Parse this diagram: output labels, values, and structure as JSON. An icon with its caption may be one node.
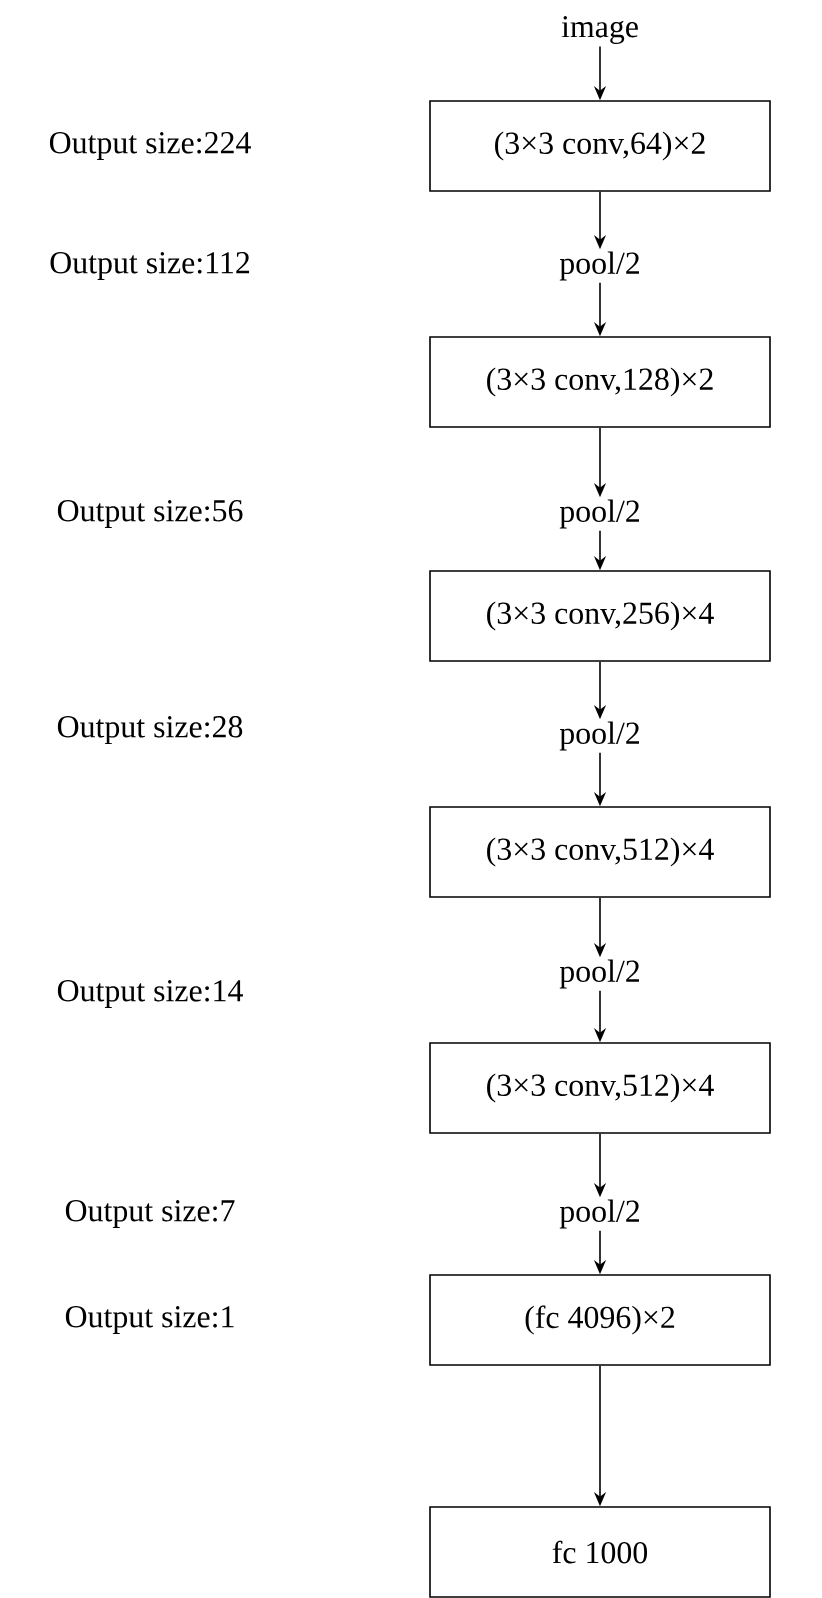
{
  "diagram": {
    "nodes": [
      {
        "text": [
          "image"
        ]
      },
      {
        "text": [
          "(3×3 conv,64)×2"
        ]
      },
      {
        "text": [
          "pool/2"
        ]
      },
      {
        "text": [
          "(3×3 conv,128)×2"
        ]
      },
      {
        "text": [
          "pool/2"
        ]
      },
      {
        "text": [
          "(3×3 conv,256)×4"
        ]
      },
      {
        "text": [
          "pool/2"
        ]
      },
      {
        "text": [
          "(3×3 conv,512)×4"
        ]
      },
      {
        "text": [
          "pool/2"
        ]
      },
      {
        "text": [
          "(3×3 conv,512)×4"
        ]
      },
      {
        "text": [
          "pool/2"
        ]
      },
      {
        "text": [
          "(fc 4096)×2"
        ]
      },
      {
        "text": [
          "fc 1000"
        ]
      }
    ],
    "edges": [
      {
        "from": 0,
        "to": 1,
        "arrow": "to"
      },
      {
        "from": 1,
        "to": 2,
        "arrow": "to"
      },
      {
        "from": 2,
        "to": 3,
        "arrow": "to"
      },
      {
        "from": 3,
        "to": 4,
        "arrow": "to"
      },
      {
        "from": 4,
        "to": 5,
        "arrow": "to"
      },
      {
        "from": 5,
        "to": 6,
        "arrow": "to"
      },
      {
        "from": 6,
        "to": 7,
        "arrow": "to"
      },
      {
        "from": 7,
        "to": 8,
        "arrow": "to"
      },
      {
        "from": 8,
        "to": 9,
        "arrow": "to"
      },
      {
        "from": 9,
        "to": 10,
        "arrow": "to"
      },
      {
        "from": 10,
        "to": 11,
        "arrow": "to"
      },
      {
        "from": 11,
        "to": 12,
        "arrow": "to"
      }
    ],
    "labels": [
      "Output size:224",
      "Output size:112",
      "Output size:56",
      "Output size:28",
      "Output size:14",
      "Output size:7",
      "Output size:1"
    ]
  }
}
